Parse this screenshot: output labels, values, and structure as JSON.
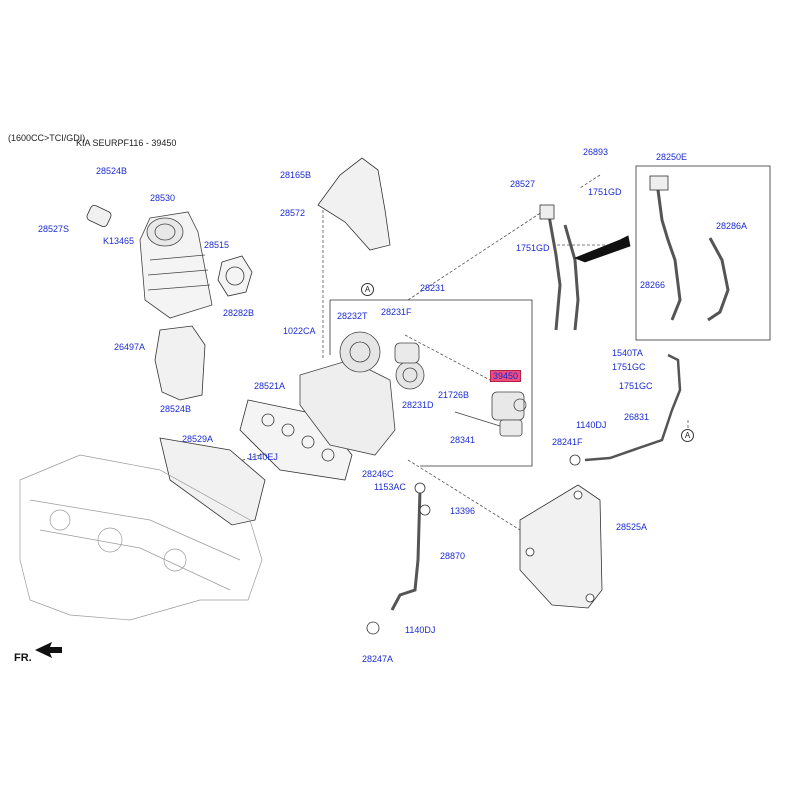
{
  "header": {
    "engine": "(1600CC>TCI/GDI)",
    "model_ref": "KIA SEURPF116 - 39450"
  },
  "orientation": {
    "front_label": "FR."
  },
  "callouts": {
    "a1": "A",
    "a2": "A"
  },
  "parts": [
    {
      "id": "p28524b_top",
      "label": "28524B"
    },
    {
      "id": "p28530",
      "label": "28530"
    },
    {
      "id": "p28527s",
      "label": "28527S"
    },
    {
      "id": "pk13465",
      "label": "K13465"
    },
    {
      "id": "p28515",
      "label": "28515"
    },
    {
      "id": "p28282b",
      "label": "28282B"
    },
    {
      "id": "p26497a",
      "label": "26497A"
    },
    {
      "id": "p28524b_bot",
      "label": "28524B"
    },
    {
      "id": "p28529a",
      "label": "28529A"
    },
    {
      "id": "p1140ej",
      "label": "1140EJ"
    },
    {
      "id": "p28165b",
      "label": "28165B"
    },
    {
      "id": "p28572",
      "label": "28572"
    },
    {
      "id": "p28231",
      "label": "28231"
    },
    {
      "id": "p28232t",
      "label": "28232T"
    },
    {
      "id": "p28231f",
      "label": "28231F"
    },
    {
      "id": "p1022ca",
      "label": "1022CA"
    },
    {
      "id": "p28521a",
      "label": "28521A"
    },
    {
      "id": "p28231d",
      "label": "28231D"
    },
    {
      "id": "p39450",
      "label": "39450",
      "highlight": true
    },
    {
      "id": "p21726b",
      "label": "21726B"
    },
    {
      "id": "p28341",
      "label": "28341"
    },
    {
      "id": "p28246c",
      "label": "28246C"
    },
    {
      "id": "p1153ac",
      "label": "1153AC"
    },
    {
      "id": "p13396",
      "label": "13396"
    },
    {
      "id": "p28870",
      "label": "28870"
    },
    {
      "id": "p1140dj_bot",
      "label": "1140DJ"
    },
    {
      "id": "p28247a",
      "label": "28247A"
    },
    {
      "id": "p28527",
      "label": "28527"
    },
    {
      "id": "p26893",
      "label": "26893"
    },
    {
      "id": "p1751gd_a",
      "label": "1751GD"
    },
    {
      "id": "p1751gd_b",
      "label": "1751GD"
    },
    {
      "id": "p28250e",
      "label": "28250E"
    },
    {
      "id": "p28286a",
      "label": "28286A"
    },
    {
      "id": "p28266",
      "label": "28266"
    },
    {
      "id": "p1540ta",
      "label": "1540TA"
    },
    {
      "id": "p1751gc_a",
      "label": "1751GC"
    },
    {
      "id": "p1751gc_b",
      "label": "1751GC"
    },
    {
      "id": "p26831",
      "label": "26831"
    },
    {
      "id": "p1140dj_mid",
      "label": "1140DJ"
    },
    {
      "id": "p28241f",
      "label": "28241F"
    },
    {
      "id": "p28525a",
      "label": "28525A"
    }
  ],
  "colors": {
    "label": "#1b2bd1",
    "highlight": "#ee4d7a",
    "line": "#333333",
    "engine_outline": "#9a9a9a"
  }
}
